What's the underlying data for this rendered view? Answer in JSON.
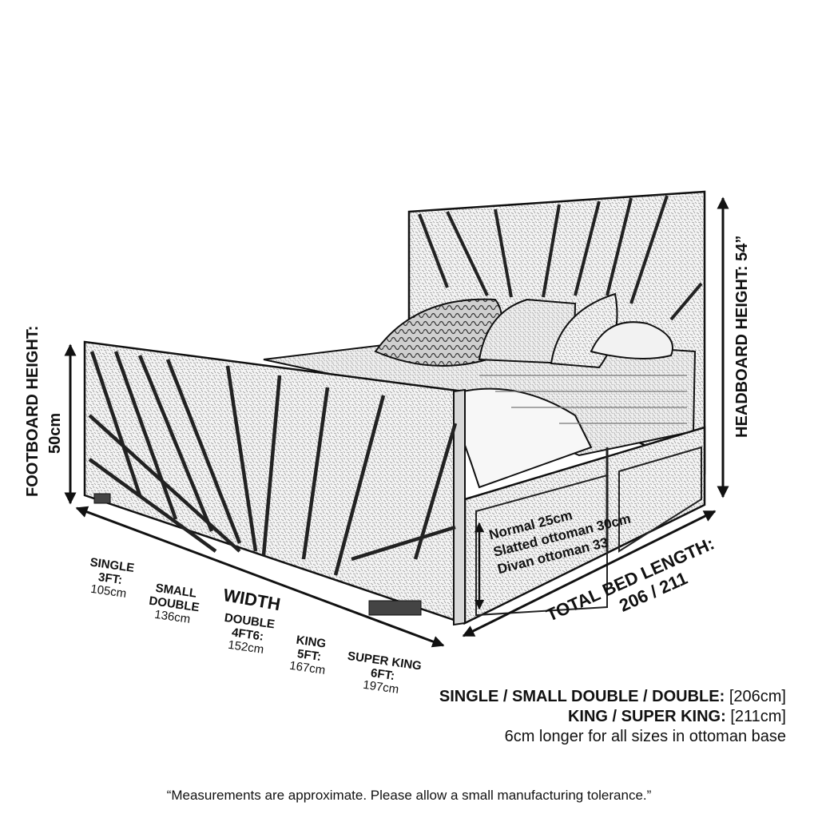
{
  "footboard": {
    "label": "FOOTBOARD HEIGHT:",
    "value": "50cm"
  },
  "headboard": {
    "label": "HEADBOARD HEIGHT: 54”"
  },
  "base_heights": [
    "Normal 25cm",
    "Slatted ottoman 30cm",
    "Divan ottoman 33"
  ],
  "total_length": {
    "label": "TOTAL BED LENGTH:",
    "value": "206 / 211"
  },
  "width_title": "WIDTH",
  "widths": [
    {
      "name1": "SINGLE",
      "name2": "3FT:",
      "cm": "105cm"
    },
    {
      "name1": "SMALL",
      "name2": "DOUBLE",
      "cm": "136cm"
    },
    {
      "name1": "DOUBLE",
      "name2": "4FT6:",
      "cm": "152cm"
    },
    {
      "name1": "KING",
      "name2": "5FT:",
      "cm": "167cm"
    },
    {
      "name1": "SUPER KING",
      "name2": "6FT:",
      "cm": "197cm"
    }
  ],
  "length_notes": {
    "line1_bold": "SINGLE / SMALL DOUBLE / DOUBLE:",
    "line1_val": "[206cm]",
    "line2_bold": "KING / SUPER KING:",
    "line2_val": "[211cm]",
    "line3": "6cm longer for all sizes in ottoman base"
  },
  "disclaimer": "“Measurements are approximate. Please allow a small manufacturing tolerance.”"
}
